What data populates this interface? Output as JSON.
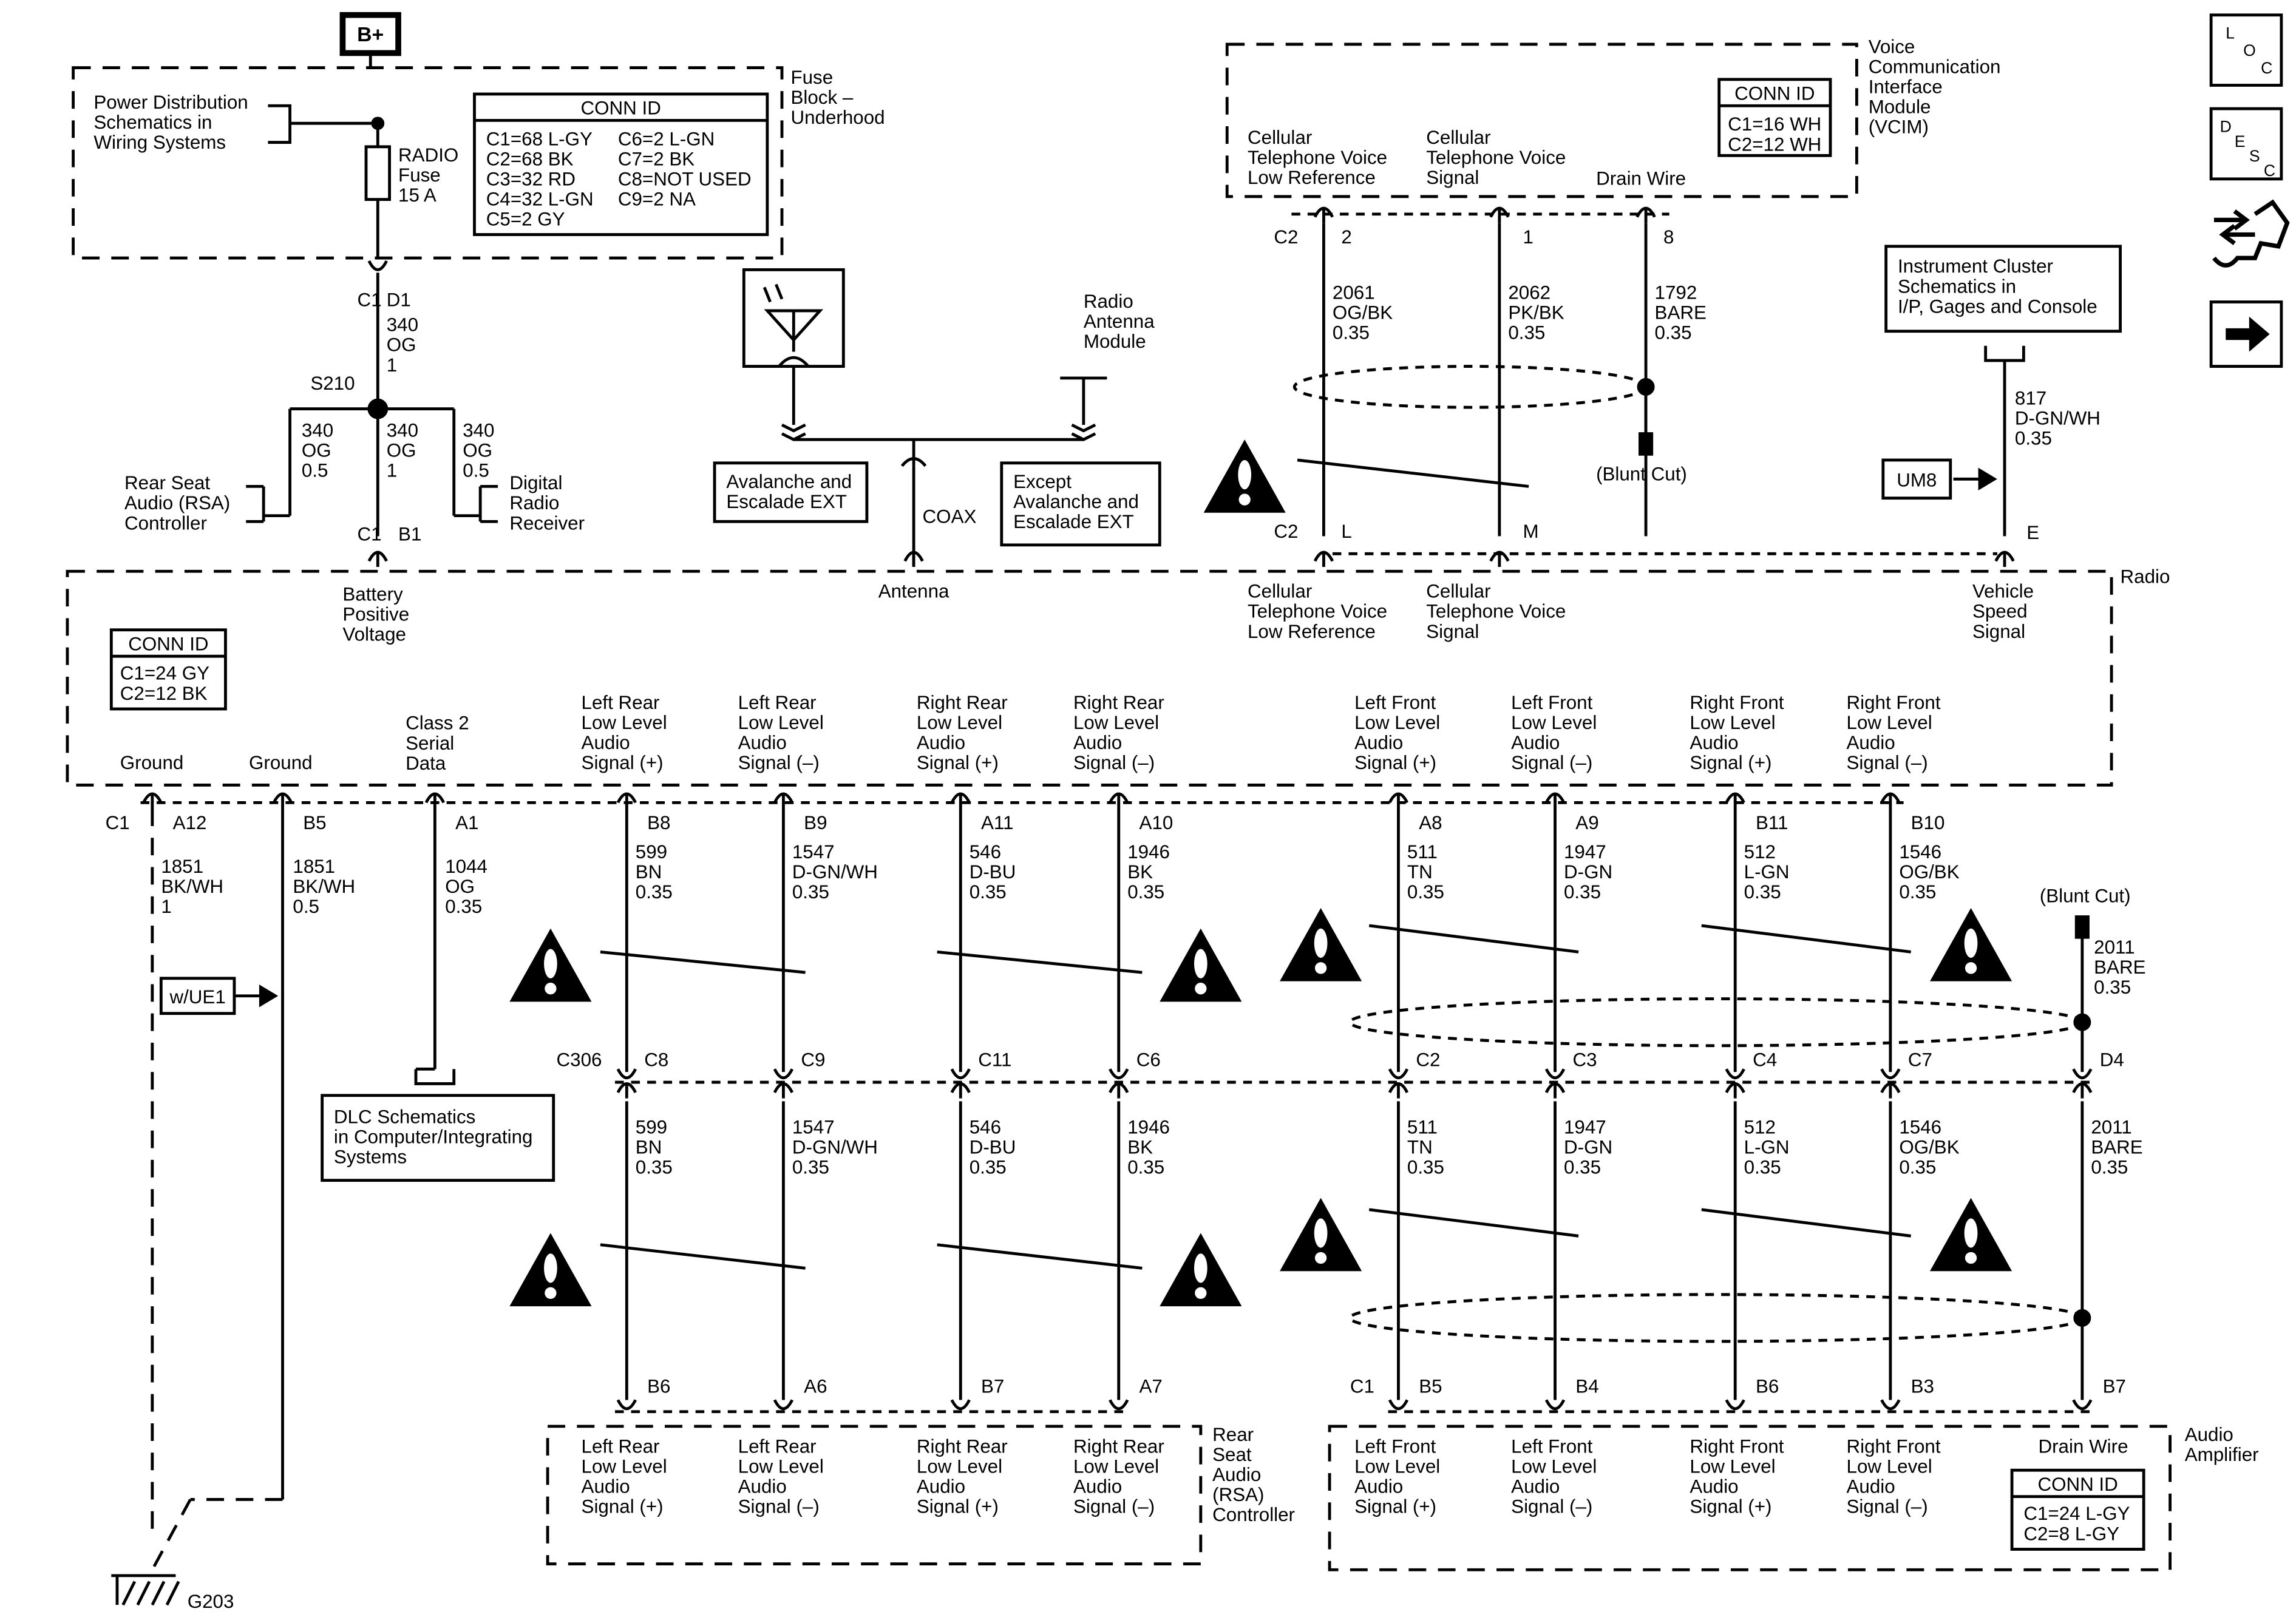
{
  "power": {
    "b_plus": "B+",
    "pds_ref": [
      "Power Distribution",
      "Schematics in",
      "Wiring Systems"
    ],
    "fuse_label": [
      "RADIO",
      "Fuse",
      "15 A"
    ],
    "fuse_block": [
      "Fuse",
      "Block –",
      "Underhood"
    ],
    "conn_title": "CONN ID",
    "conn_col1": [
      "C1=68 L-GY",
      "C2=68 BK",
      "C3=32 RD",
      "C4=32 L-GN",
      "C5=2 GY"
    ],
    "conn_col2": [
      "C6=2 L-GN",
      "C7=2 BK",
      "C8=NOT USED",
      "C9=2 NA"
    ],
    "c1": "C1",
    "d1": "D1",
    "wire_main": [
      "340",
      "OG",
      "1"
    ],
    "splice": "S210",
    "wire_left": [
      "340",
      "OG",
      "0.5"
    ],
    "wire_mid": [
      "340",
      "OG",
      "1"
    ],
    "wire_right": [
      "340",
      "OG",
      "0.5"
    ],
    "rsa": [
      "Rear Seat",
      "Audio (RSA)",
      "Controller"
    ],
    "drr": [
      "Digital",
      "Radio",
      "Receiver"
    ],
    "c1b": "C1",
    "b1": "B1"
  },
  "antenna": {
    "module": [
      "Radio",
      "Antenna",
      "Module"
    ],
    "ava": [
      "Avalanche and",
      "Escalade EXT"
    ],
    "except": [
      "Except",
      "Avalanche and",
      "Escalade EXT"
    ],
    "coax": "COAX"
  },
  "vcim": {
    "name": [
      "Voice",
      "Communication",
      "Interface",
      "Module",
      "(VCIM)"
    ],
    "conn_title": "CONN ID",
    "conn": [
      "C1=16 WH",
      "C2=12 WH"
    ],
    "pin_low": [
      "Cellular",
      "Telephone Voice",
      "Low Reference"
    ],
    "pin_sig": [
      "Cellular",
      "Telephone Voice",
      "Signal"
    ],
    "drain": "Drain Wire",
    "c2": "C2",
    "p2": "2",
    "p1": "1",
    "p8": "8",
    "w1": [
      "2061",
      "OG/BK",
      "0.35"
    ],
    "w2": [
      "2062",
      "PK/BK",
      "0.35"
    ],
    "w3": [
      "1792",
      "BARE",
      "0.35"
    ],
    "blunt": "(Blunt Cut)",
    "c2b": "C2",
    "pl": "L",
    "pm": "M"
  },
  "ic": {
    "ref": [
      "Instrument Cluster",
      "Schematics in",
      "I/P, Gages and Console"
    ],
    "wire": [
      "817",
      "D-GN/WH",
      "0.35"
    ],
    "um8": "UM8",
    "pin": "E"
  },
  "radio": {
    "name": "Radio",
    "conn_title": "CONN ID",
    "conn": [
      "C1=24 GY",
      "C2=12 BK"
    ],
    "battery": [
      "Battery",
      "Positive",
      "Voltage"
    ],
    "antenna": "Antenna",
    "cell_low": [
      "Cellular",
      "Telephone Voice",
      "Low Reference"
    ],
    "cell_sig": [
      "Cellular",
      "Telephone Voice",
      "Signal"
    ],
    "vss": [
      "Vehicle",
      "Speed",
      "Signal"
    ],
    "ground1": "Ground",
    "ground2": "Ground",
    "class2": [
      "Class 2",
      "Serial",
      "Data"
    ],
    "lr_p": [
      "Left Rear",
      "Low Level",
      "Audio",
      "Signal (+)"
    ],
    "lr_n": [
      "Left Rear",
      "Low Level",
      "Audio",
      "Signal (–)"
    ],
    "rr_p": [
      "Right Rear",
      "Low Level",
      "Audio",
      "Signal (+)"
    ],
    "rr_n": [
      "Right Rear",
      "Low Level",
      "Audio",
      "Signal (–)"
    ],
    "lf_p": [
      "Left Front",
      "Low Level",
      "Audio",
      "Signal (+)"
    ],
    "lf_n": [
      "Left Front",
      "Low Level",
      "Audio",
      "Signal (–)"
    ],
    "rf_p": [
      "Right Front",
      "Low Level",
      "Audio",
      "Signal (+)"
    ],
    "rf_n": [
      "Right Front",
      "Low Level",
      "Audio",
      "Signal (–)"
    ]
  },
  "bottom": {
    "c1": "C1",
    "pins": [
      "A12",
      "B5",
      "A1",
      "B8",
      "B9",
      "A11",
      "A10",
      "A8",
      "A9",
      "B11",
      "B10"
    ],
    "gw1": [
      "1851",
      "BK/WH",
      "1"
    ],
    "gw2": [
      "1851",
      "BK/WH",
      "0.5"
    ],
    "cw": [
      "1044",
      "OG",
      "0.35"
    ],
    "ue1": "w/UE1",
    "dlc": [
      "DLC Schematics",
      "in Computer/Integrating",
      "Systems"
    ],
    "g203": "G203",
    "upper_wires": [
      [
        "599",
        "BN",
        "0.35"
      ],
      [
        "1547",
        "D-GN/WH",
        "0.35"
      ],
      [
        "546",
        "D-BU",
        "0.35"
      ],
      [
        "1946",
        "BK",
        "0.35"
      ],
      [
        "511",
        "TN",
        "0.35"
      ],
      [
        "1947",
        "D-GN",
        "0.35"
      ],
      [
        "512",
        "L-GN",
        "0.35"
      ],
      [
        "1546",
        "OG/BK",
        "0.35"
      ]
    ],
    "blunt": "(Blunt Cut)",
    "drain_w": [
      "2011",
      "BARE",
      "0.35"
    ],
    "c306": "C306",
    "c306_pins": [
      "C8",
      "C9",
      "C11",
      "C6",
      "C2",
      "C3",
      "C4",
      "C7",
      "D4"
    ],
    "lower_wires": [
      [
        "599",
        "BN",
        "0.35"
      ],
      [
        "1547",
        "D-GN/WH",
        "0.35"
      ],
      [
        "546",
        "D-BU",
        "0.35"
      ],
      [
        "1946",
        "BK",
        "0.35"
      ],
      [
        "511",
        "TN",
        "0.35"
      ],
      [
        "1947",
        "D-GN",
        "0.35"
      ],
      [
        "512",
        "L-GN",
        "0.35"
      ],
      [
        "1546",
        "OG/BK",
        "0.35"
      ],
      [
        "2011",
        "BARE",
        "0.35"
      ]
    ],
    "rsa_pins": [
      "B6",
      "A6",
      "B7",
      "A7"
    ],
    "amp_c1": "C1",
    "amp_pins": [
      "B5",
      "B4",
      "B6",
      "B3",
      "B7"
    ],
    "rsa_name": [
      "Rear",
      "Seat",
      "Audio",
      "(RSA)",
      "Controller"
    ],
    "amp_name": [
      "Audio",
      "Amplifier"
    ],
    "amp_drain": "Drain Wire",
    "amp_conn_title": "CONN ID",
    "amp_conn": [
      "C1=24 L-GY",
      "C2=8 L-GY"
    ]
  },
  "legend": {
    "loc": [
      "L",
      "O",
      "C"
    ],
    "desc": [
      "D",
      "E",
      "S",
      "C"
    ]
  }
}
